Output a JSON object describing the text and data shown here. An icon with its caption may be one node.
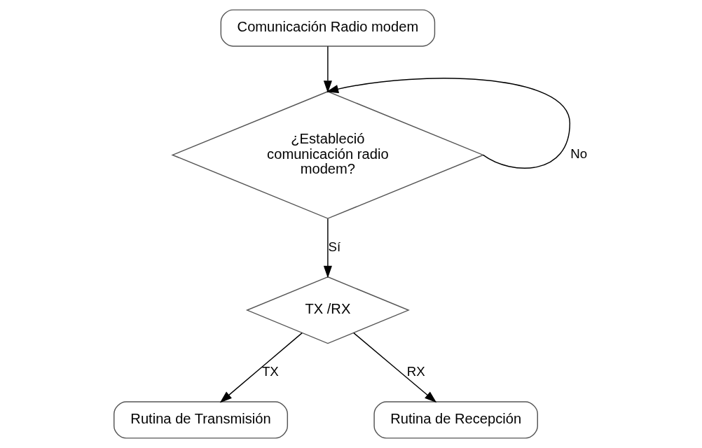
{
  "diagram": {
    "nodes": [
      {
        "text": [
          "Comunicación Radio modem"
        ]
      },
      {
        "text": [
          "¿Estableció comunicación radio modem?"
        ]
      },
      {
        "text": [
          "TX /RX"
        ]
      },
      {
        "text": [
          "Rutina de Transmisión"
        ]
      },
      {
        "text": [
          "Rutina de Recepción"
        ]
      }
    ],
    "edges": [
      {
        "from": 0,
        "to": 1,
        "arrow": "to"
      },
      {
        "from": 1,
        "to": 1,
        "arrow": "to",
        "label": "No"
      },
      {
        "from": 1,
        "to": 2,
        "arrow": "to",
        "label": "Sí"
      },
      {
        "from": 2,
        "to": 3,
        "arrow": "to",
        "label": "TX"
      },
      {
        "from": 2,
        "to": 4,
        "arrow": "to",
        "label": "RX"
      }
    ]
  }
}
